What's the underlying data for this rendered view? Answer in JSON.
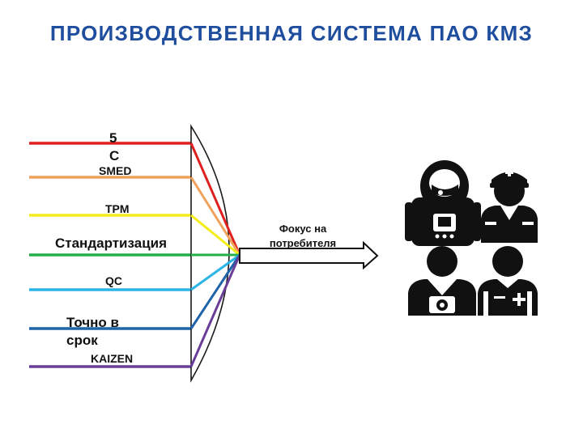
{
  "title": "ПРОИЗВОДСТВЕННАЯ СИСТЕМА ПАО КМЗ",
  "tools": [
    {
      "label": "5 С",
      "color": "#e0201e"
    },
    {
      "label": "SMED",
      "color": "#f0a25a"
    },
    {
      "label": "TPM",
      "color": "#f4ec1b"
    },
    {
      "label": "Стандартизация",
      "color": "#23b04a"
    },
    {
      "label": "QC",
      "color": "#2bb4e6"
    },
    {
      "label": "Точно в срок",
      "color": "#1f63a8"
    },
    {
      "label": "KAIZEN",
      "color": "#6a3d98"
    }
  ],
  "focus_label": "Фокус на потребителя",
  "customers": [
    {
      "icon": "astronaut-icon"
    },
    {
      "icon": "sailor-icon"
    },
    {
      "icon": "photographer-icon"
    },
    {
      "icon": "medic-icon"
    }
  ]
}
